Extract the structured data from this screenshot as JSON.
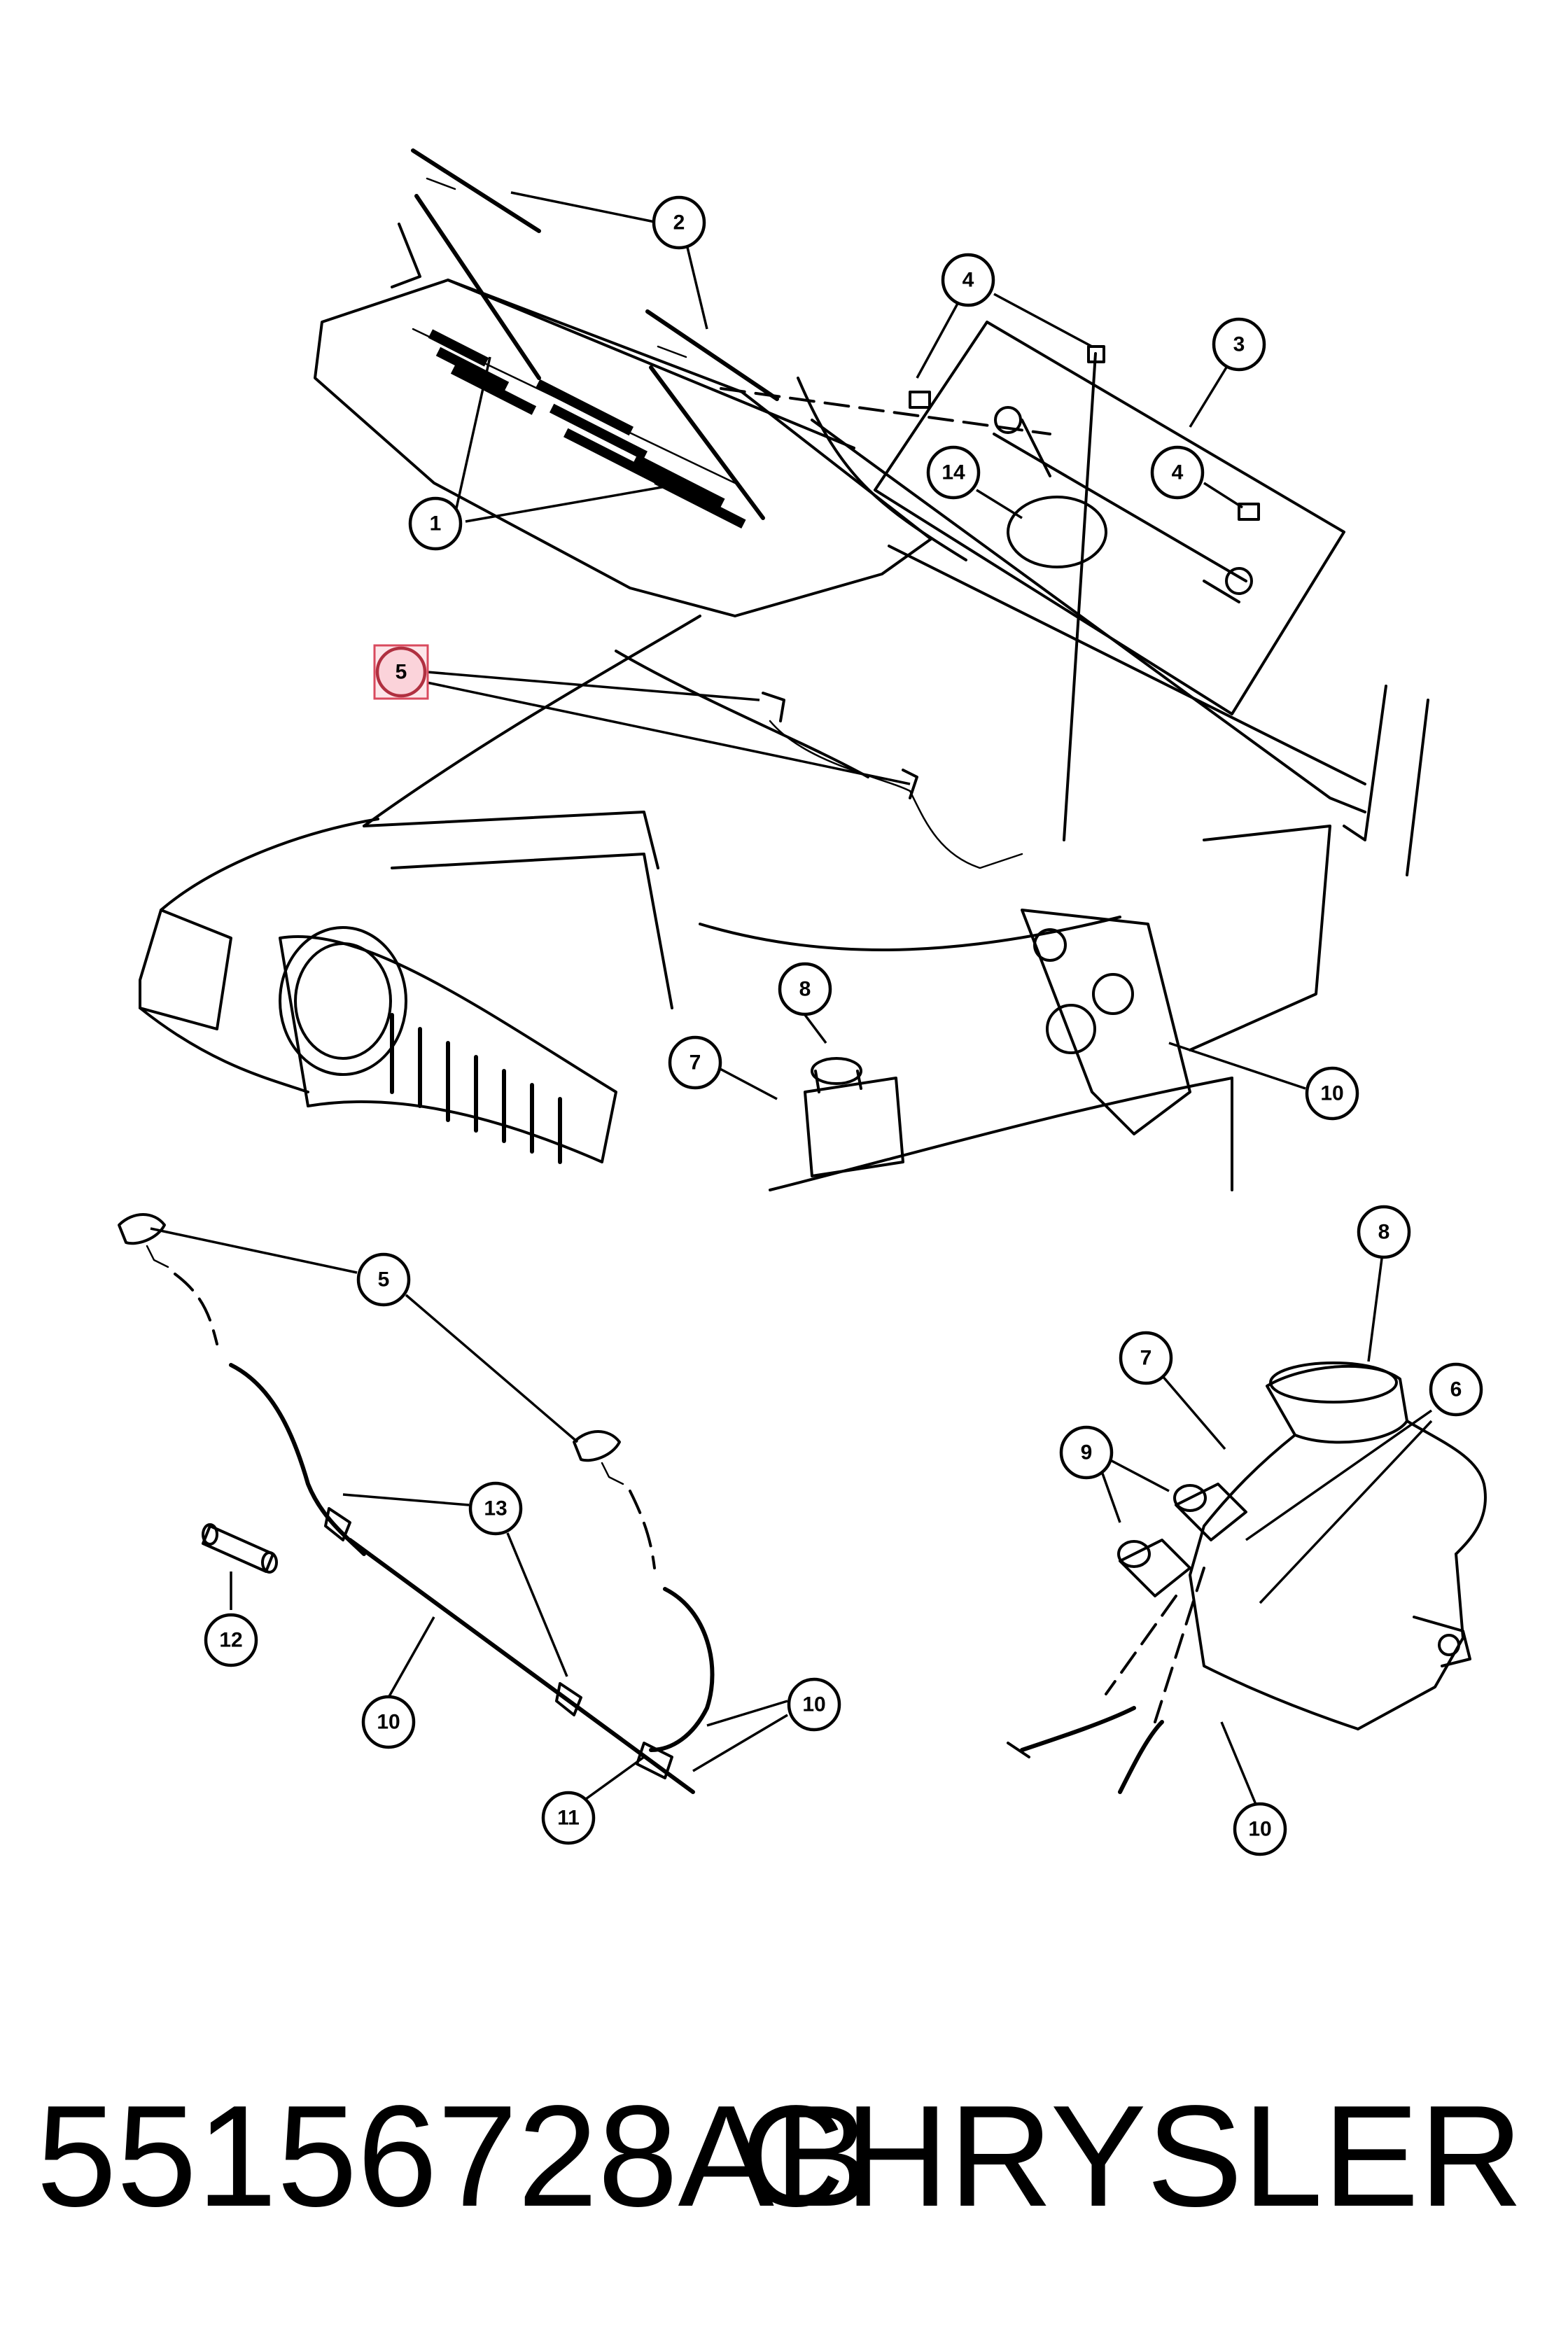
{
  "footer": {
    "part_number": "55156728AB",
    "manufacturer": "CHRYSLER"
  },
  "callouts": {
    "c1": "1",
    "c2": "2",
    "c3": "3",
    "c4a": "4",
    "c4b": "4",
    "c14": "14",
    "c5_top": "5",
    "c8_top": "8",
    "c7_top": "7",
    "c10_top": "10",
    "c5_lower": "5",
    "c13": "13",
    "c12": "12",
    "c10_left": "10",
    "c10_mid": "10",
    "c11": "11",
    "c8_right": "8",
    "c7_right": "7",
    "c6": "6",
    "c9": "9",
    "c10_right": "10"
  },
  "highlight": {
    "color_fill": "#fbd3da",
    "color_stroke": "#b03040",
    "target_callout": "5"
  }
}
